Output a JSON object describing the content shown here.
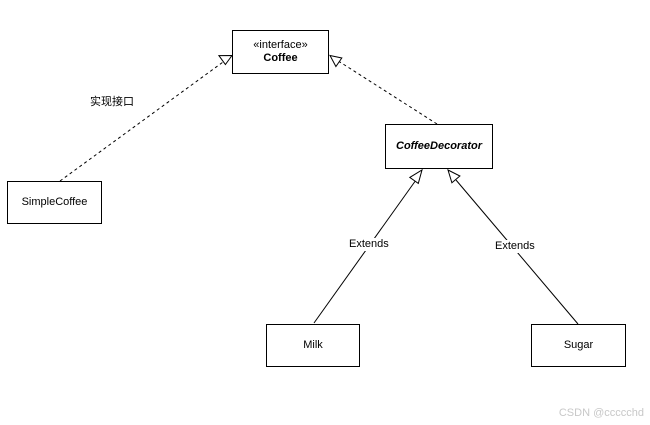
{
  "diagram": {
    "coffee": {
      "stereotype": "«interface»",
      "name": "Coffee"
    },
    "simple_coffee": {
      "name": "SimpleCoffee"
    },
    "coffee_decorator": {
      "name": "CoffeeDecorator"
    },
    "milk": {
      "name": "Milk"
    },
    "sugar": {
      "name": "Sugar"
    },
    "labels": {
      "implements": "实现接口",
      "extends_milk": "Extends",
      "extends_sugar": "Extends"
    }
  },
  "watermark": "CSDN @ccccchd"
}
